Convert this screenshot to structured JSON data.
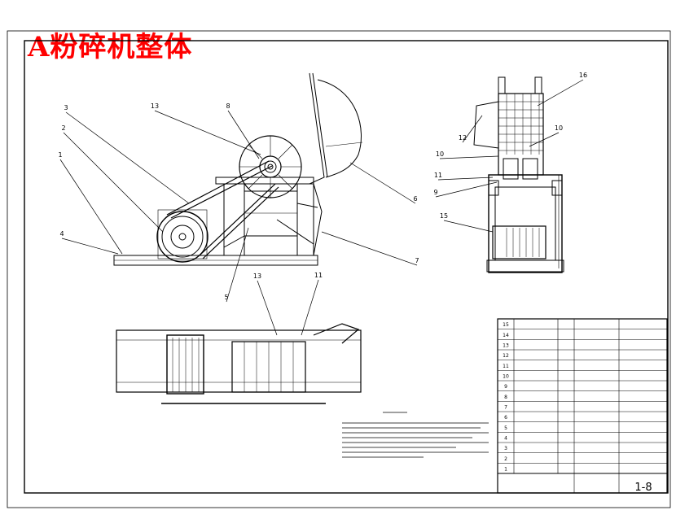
{
  "title": "A粉碎机整体",
  "drawing_number": "1-8",
  "colors": {
    "title": "#ff0000",
    "line": "#000000"
  },
  "callouts": {
    "side_view": [
      "1",
      "2",
      "3",
      "4",
      "5",
      "6",
      "7",
      "8",
      "13"
    ],
    "front_view": [
      "16",
      "12",
      "10",
      "10",
      "11",
      "9",
      "15"
    ],
    "top_view": [
      "13",
      "11"
    ]
  },
  "title_block": {
    "rows": [
      {
        "no": "15",
        "name": "",
        "qty": "",
        "material": "",
        "note": ""
      },
      {
        "no": "14",
        "name": "",
        "qty": "",
        "material": "",
        "note": ""
      },
      {
        "no": "13",
        "name": "",
        "qty": "",
        "material": "",
        "note": ""
      },
      {
        "no": "12",
        "name": "",
        "qty": "",
        "material": "",
        "note": ""
      },
      {
        "no": "11",
        "name": "",
        "qty": "",
        "material": "",
        "note": ""
      },
      {
        "no": "10",
        "name": "",
        "qty": "",
        "material": "",
        "note": ""
      },
      {
        "no": "9",
        "name": "",
        "qty": "",
        "material": "",
        "note": ""
      },
      {
        "no": "8",
        "name": "",
        "qty": "",
        "material": "",
        "note": ""
      },
      {
        "no": "7",
        "name": "",
        "qty": "",
        "material": "",
        "note": ""
      },
      {
        "no": "6",
        "name": "",
        "qty": "",
        "material": "",
        "note": ""
      },
      {
        "no": "5",
        "name": "",
        "qty": "",
        "material": "",
        "note": ""
      },
      {
        "no": "4",
        "name": "",
        "qty": "",
        "material": "",
        "note": ""
      },
      {
        "no": "3",
        "name": "",
        "qty": "",
        "material": "",
        "note": ""
      },
      {
        "no": "2",
        "name": "",
        "qty": "",
        "material": "",
        "note": ""
      },
      {
        "no": "1",
        "name": "",
        "qty": "",
        "material": "",
        "note": ""
      }
    ]
  }
}
